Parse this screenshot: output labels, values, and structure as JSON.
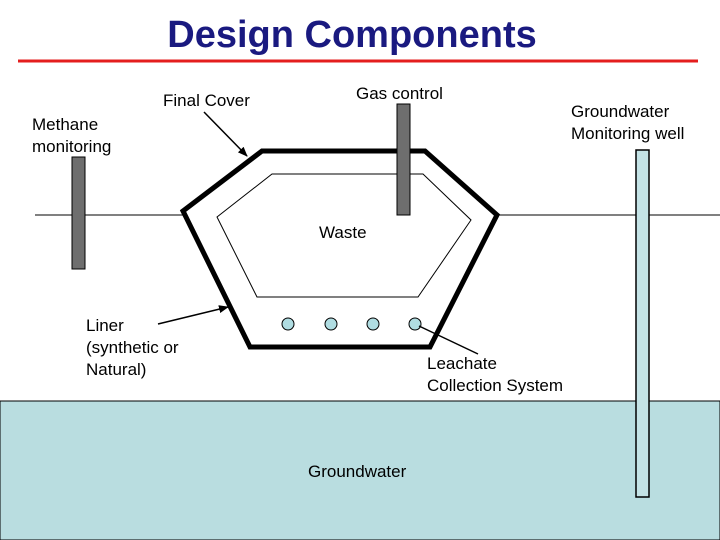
{
  "title": "Design Components",
  "colors": {
    "title": "#1a1a80",
    "title_rule": "#e41e1e",
    "groundwater": "#b9dde0",
    "pipe": "#6e6e6e",
    "well": "#c4e3e6",
    "leachate_pipe": "#b0dde2"
  },
  "labels": {
    "final_cover": "Final Cover",
    "gas_control": "Gas control",
    "methane_line1": "Methane",
    "methane_line2": "monitoring",
    "gw_well_line1": "Groundwater",
    "gw_well_line2": "Monitoring well",
    "waste": "Waste",
    "liner_line1": "Liner",
    "liner_line2": "(synthetic or",
    "liner_line3": "Natural)",
    "leachate_line1": "Leachate",
    "leachate_line2": "Collection System",
    "groundwater": "Groundwater"
  }
}
